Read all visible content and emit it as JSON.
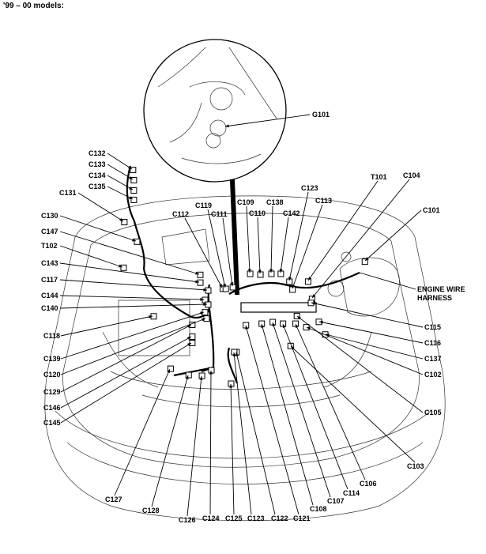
{
  "header": {
    "title": "'99 – 00 models:"
  },
  "diagram": {
    "labels": {
      "g101": "G101",
      "c132": "C132",
      "c133": "C133",
      "c134": "C134",
      "c135": "C135",
      "c131": "C131",
      "c130": "C130",
      "c147": "C147",
      "t102": "T102",
      "c143": "C143",
      "c117": "C117",
      "c144": "C144",
      "c140": "C140",
      "c118": "C118",
      "c139": "C139",
      "c120": "C120",
      "c129": "C129",
      "c146": "C146",
      "c145": "C145",
      "c112": "C112",
      "c119": "C119",
      "c111": "C111",
      "c109": "C109",
      "c110": "C110",
      "c138": "C138",
      "c142": "C142",
      "c123_top": "C123",
      "c113": "C113",
      "t101": "T101",
      "c104": "C104",
      "c101": "C101",
      "c115": "C115",
      "c116": "C116",
      "c137": "C137",
      "c102": "C102",
      "c105": "C105",
      "c103": "C103",
      "c106": "C106",
      "c114": "C114",
      "c107": "C107",
      "c108": "C108",
      "c121": "C121",
      "c122": "C122",
      "c123_bottom": "C123",
      "c125": "C125",
      "c124": "C124",
      "c126": "C126",
      "c128": "C128",
      "c127": "C127"
    },
    "harness_label_line1": "ENGINE WIRE",
    "harness_label_line2": "HARNESS"
  }
}
